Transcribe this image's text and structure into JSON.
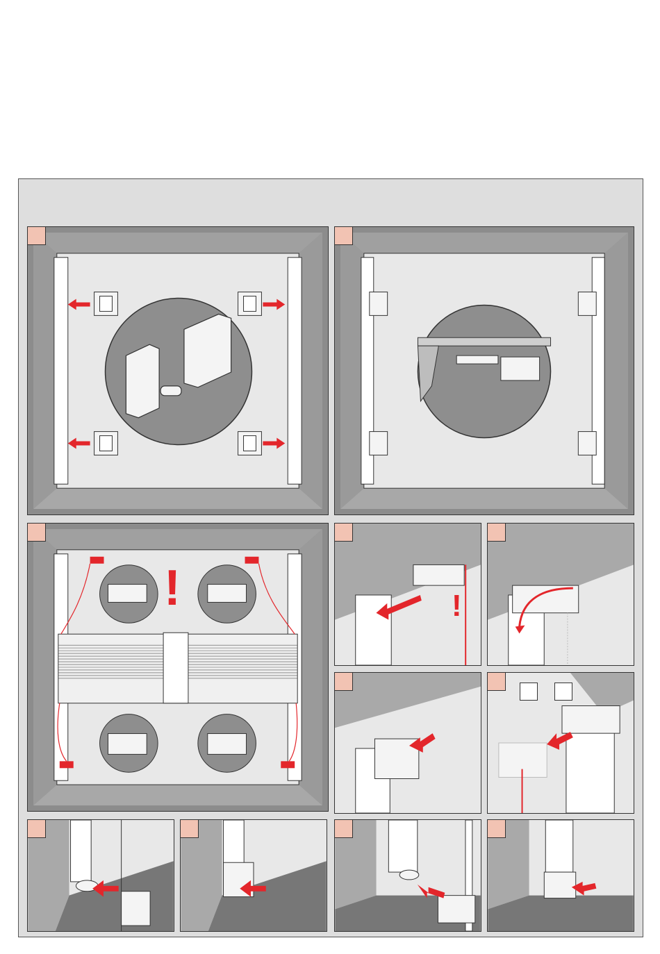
{
  "document": {
    "title": "",
    "steps": [
      {
        "id": "step-1",
        "label": ""
      },
      {
        "id": "step-2",
        "label": ""
      },
      {
        "id": "step-3",
        "label": ""
      },
      {
        "id": "step-4",
        "label": ""
      },
      {
        "id": "step-5",
        "label": ""
      },
      {
        "id": "step-6",
        "label": ""
      },
      {
        "id": "step-7",
        "label": ""
      },
      {
        "id": "step-8",
        "label": ""
      },
      {
        "id": "step-9",
        "label": ""
      },
      {
        "id": "step-10",
        "label": ""
      },
      {
        "id": "step-11",
        "label": ""
      }
    ],
    "warning_mark": "!",
    "colors": {
      "sheet_bg": "#dedede",
      "frame_dark": "#8c8c8c",
      "frame_mid": "#a9a9a9",
      "glass": "#e8e8e8",
      "accent_red": "#e3262b",
      "step_badge": "#f2c3b3",
      "detail_circle": "#8e8e8e"
    }
  }
}
